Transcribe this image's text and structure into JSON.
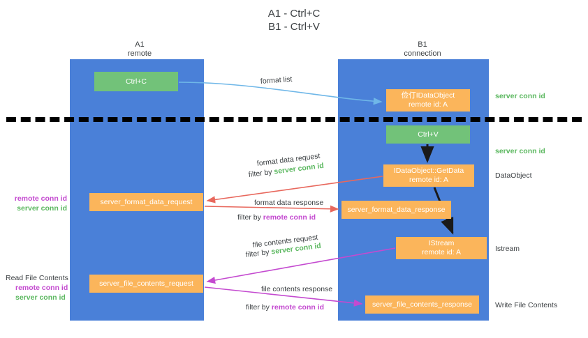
{
  "title": "A1 - Ctrl+C\nB1 - Ctrl+V",
  "columns": {
    "a1": {
      "name": "A1",
      "sub": "remote"
    },
    "b1": {
      "name": "B1",
      "sub": "connection"
    }
  },
  "boxes": {
    "ctrl_c": {
      "line1": "Ctrl+C",
      "color": "#72c279"
    },
    "idataobject": {
      "line1": "俭仃IDataObject",
      "line2": "remote id: A",
      "color": "#fbb55b"
    },
    "ctrl_v": {
      "line1": "Ctrl+V",
      "color": "#72c279"
    },
    "getdata": {
      "line1": "IDataObject::GetData",
      "line2": "remote id: A",
      "color": "#fbb55b"
    },
    "istream": {
      "line1": "IStream",
      "line2": "remote id: A",
      "color": "#fbb55b"
    },
    "server_format_data_request": {
      "line1": "server_format_data_request",
      "color": "#fbb55b"
    },
    "server_format_data_response": {
      "line1": "server_format_data_response",
      "color": "#fbb55b"
    },
    "server_file_contents_request": {
      "line1": "server_file_contents_request",
      "color": "#fbb55b"
    },
    "server_file_contents_response": {
      "line1": "server_file_contents_response",
      "color": "#fbb55b"
    }
  },
  "edges": {
    "format_list": "format list",
    "format_data_request": "format data request",
    "format_data_request_filter_prefix": "filter by ",
    "format_data_request_filter_value": "server conn id",
    "format_data_response": "format data response",
    "format_data_response_filter_prefix": "filter by ",
    "format_data_response_filter_value": "remote conn id",
    "file_contents_request": "file contents request",
    "file_contents_request_filter_prefix": "filter by ",
    "file_contents_request_filter_value": "server conn id",
    "file_contents_response": "file contents response",
    "file_contents_response_filter_prefix": "filter by ",
    "file_contents_response_filter_value": "remote conn id"
  },
  "side_labels": {
    "server_conn_id_top": "server conn id",
    "server_conn_id_mid": "server conn id",
    "dataobject": "DataObject",
    "istream": "Istream",
    "write_file_contents": "Write File Contents"
  },
  "left_labels": {
    "remote_conn_id_1": "remote conn id",
    "server_conn_id_1": "server conn id",
    "read_file_contents": "Read File Contents",
    "remote_conn_id_2": "remote conn id",
    "server_conn_id_2": "server conn id"
  },
  "colors": {
    "lane": "#4a80d8",
    "green_box": "#72c279",
    "orange_box": "#fbb55b",
    "green_text": "#5cb860",
    "magenta_text": "#c44ad0",
    "arrow_blue": "#6fb7e8",
    "arrow_red": "#e8685d",
    "arrow_magenta": "#c44ad0",
    "arrow_black": "#1a1a1a",
    "divider": "#000000"
  }
}
